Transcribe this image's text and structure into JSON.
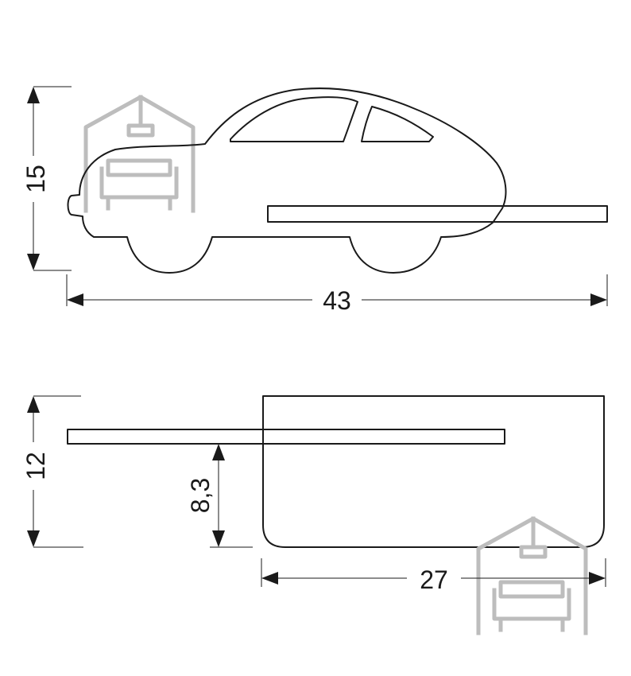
{
  "dimensions": {
    "side_height": "15",
    "side_width": "43",
    "top_depth": "12",
    "shelf_height": "8,3",
    "back_width": "27"
  },
  "colors": {
    "line": "#1a1a1a",
    "watermark": "#bdbdbd",
    "background": "#ffffff"
  },
  "icons": [
    "house-sofa-watermark-icon"
  ]
}
